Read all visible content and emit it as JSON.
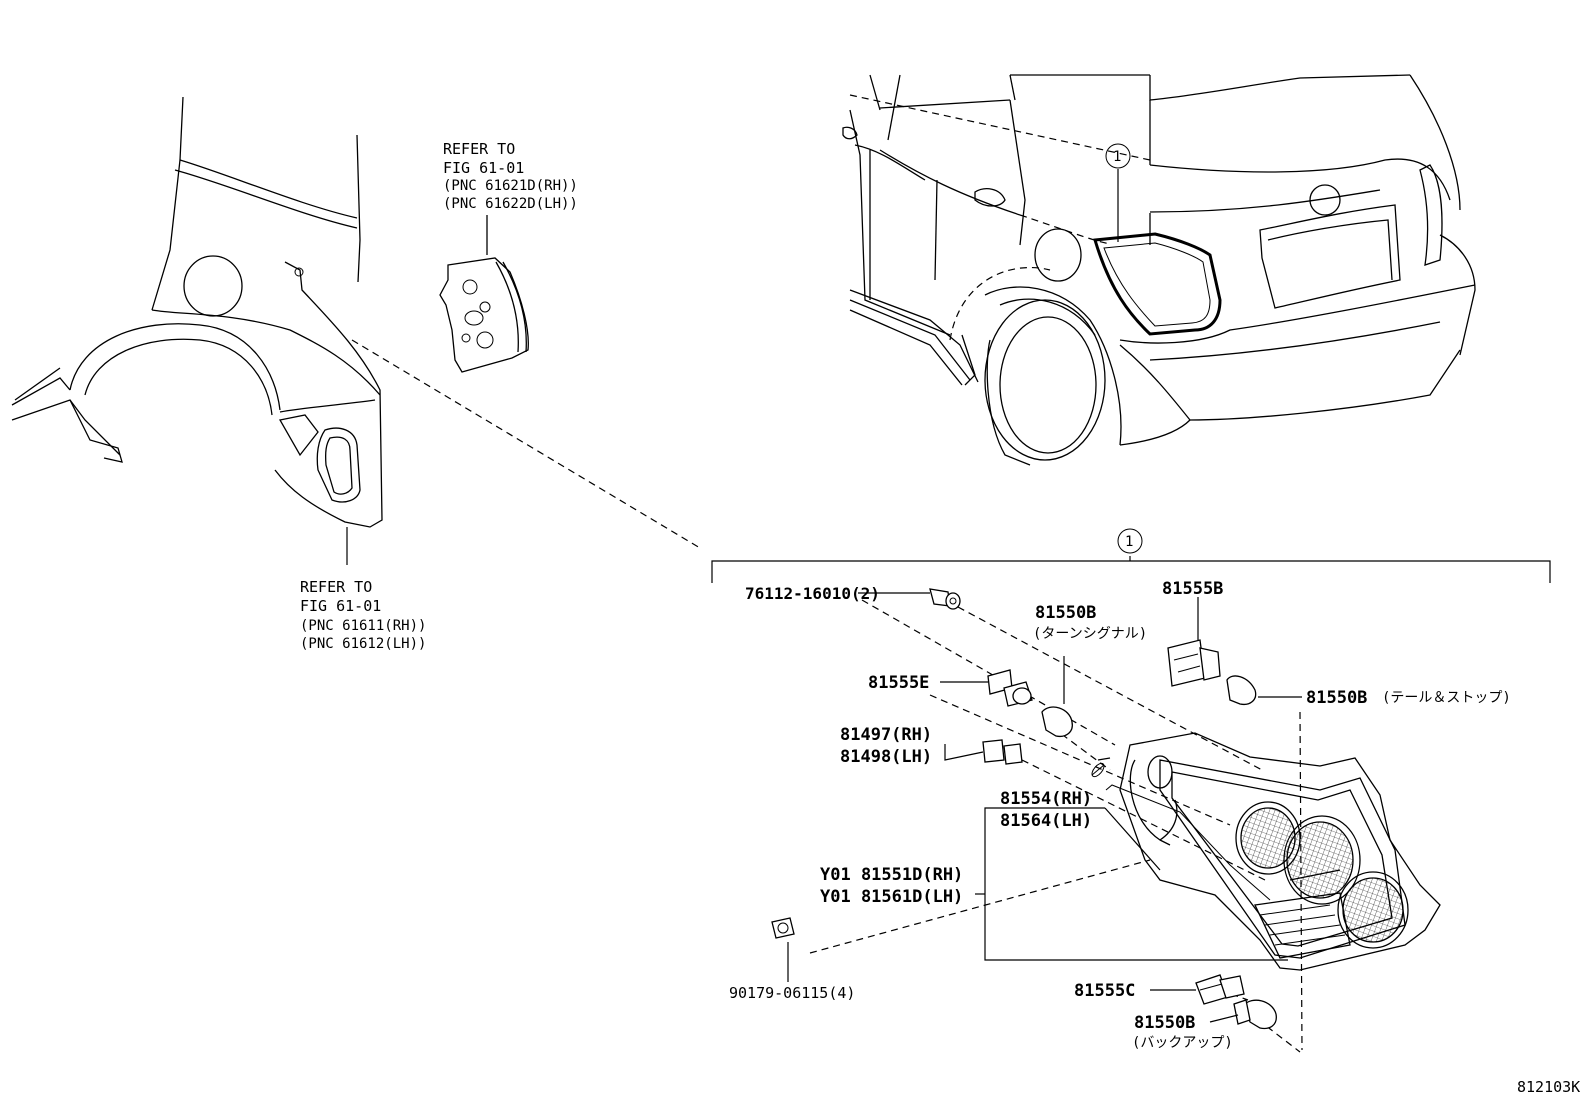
{
  "diagram_id": "812103K",
  "callout_number": "1",
  "refs": {
    "upper": {
      "line1": "REFER TO",
      "line2": "FIG 61-01",
      "line3": "(PNC 61621D(RH))",
      "line4": "(PNC 61622D(LH))"
    },
    "lower": {
      "line1": "REFER TO",
      "line2": "FIG 61-01",
      "line3": "(PNC 61611(RH))",
      "line4": "(PNC 61612(LH))"
    }
  },
  "parts": {
    "screw": "76112-16010(2)",
    "bulb_turn": "81550B",
    "bulb_turn_note": "(ターンシグナル)",
    "socket_b": "81555B",
    "socket_e": "81555E",
    "bulb_tail": "81550B",
    "bulb_tail_note": "(テール＆ストップ)",
    "side_marker_rh": "81497(RH)",
    "side_marker_lh": "81498(LH)",
    "gasket_rh": "81554(RH)",
    "gasket_lh": "81564(LH)",
    "lamp_rh": "Y01 81551D(RH)",
    "lamp_lh": "Y01 81561D(LH)",
    "nut": "90179-06115(4)",
    "socket_c": "81555C",
    "bulb_back": "81550B",
    "bulb_back_note": "(バックアップ)"
  }
}
